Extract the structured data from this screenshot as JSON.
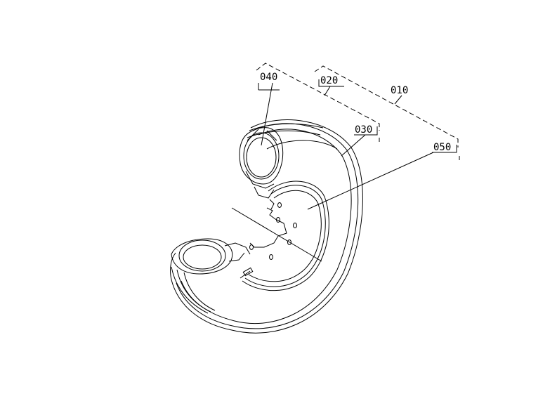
{
  "diagram": {
    "background_color": "#ffffff",
    "line_color": "#000000",
    "callouts": [
      {
        "id": "010",
        "label": "010"
      },
      {
        "id": "020",
        "label": "020"
      },
      {
        "id": "030",
        "label": "030"
      },
      {
        "id": "040",
        "label": "040"
      },
      {
        "id": "050",
        "label": "050"
      }
    ]
  }
}
